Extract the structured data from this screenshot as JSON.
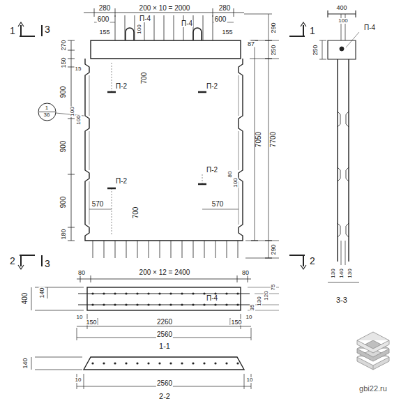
{
  "diagram": {
    "nodes": [
      {
        "text": [
          "1",
          "36"
        ]
      }
    ],
    "labels": [
      "280",
      "200 × 10 = 2000",
      "280",
      "600",
      "П-4",
      "100",
      "П-4",
      "600",
      "155",
      "155",
      "87",
      "290",
      "250",
      "150",
      "270",
      "15",
      "700",
      "П-2",
      "П-2",
      "900",
      "100",
      "100",
      "900",
      "7050",
      "7700",
      "80",
      "100",
      "П-2",
      "П-2",
      "900",
      "570",
      "700",
      "570",
      "180",
      "290",
      "1",
      "3",
      "1",
      "2",
      "3",
      "2",
      "80",
      "200 × 12 = 2400",
      "80",
      "П-4",
      "400",
      "140",
      "10",
      "150",
      "2260",
      "150",
      "10",
      "2560",
      "75",
      "120",
      "130",
      "35",
      "1-1",
      "140",
      "10",
      "2560",
      "10",
      "2-2",
      "400",
      "100",
      "П-4",
      "250",
      "130",
      "140",
      "130",
      "3-3",
      "gbi22.ru"
    ]
  }
}
